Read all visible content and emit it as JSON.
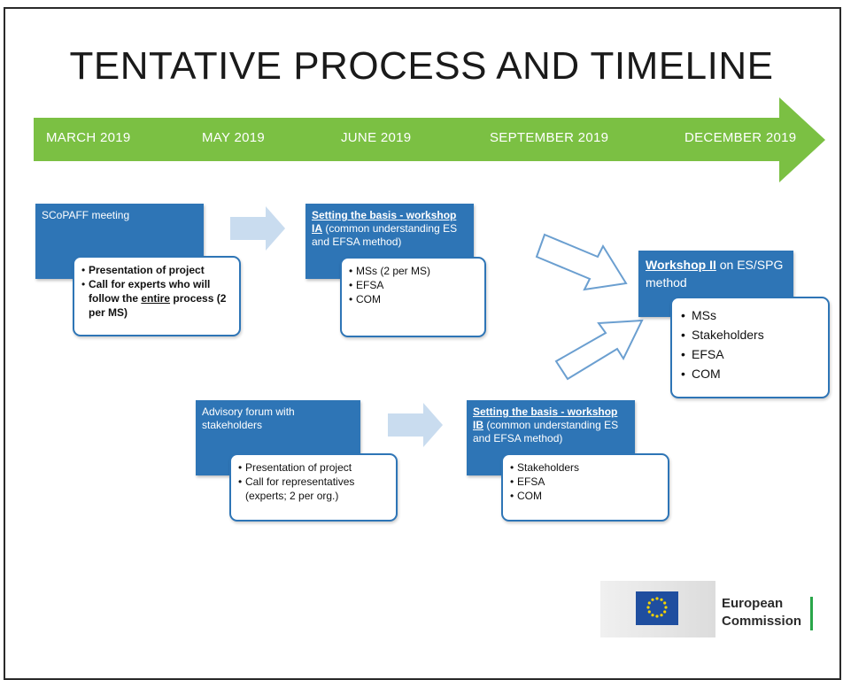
{
  "title": "TENTATIVE PROCESS AND TIMELINE",
  "timeline": {
    "labels": [
      "MARCH 2019",
      "MAY 2019",
      "JUNE 2019",
      "SEPTEMBER 2019",
      "DECEMBER 2019"
    ],
    "color": "#7bc043"
  },
  "steps": {
    "scopaff": {
      "header": "SCoPAFF meeting",
      "items": [
        "Presentation of project",
        "Call for experts who will follow the",
        "entire",
        "process (2 per MS)"
      ]
    },
    "workshop_ia": {
      "header_u": "Setting the basis - workshop IA",
      "header_rest": "(common understanding ES and EFSA method)",
      "items": [
        "MSs (2 per MS)",
        "EFSA",
        "COM"
      ]
    },
    "advisory": {
      "header": "Advisory forum with stakeholders",
      "items": [
        "Presentation of project",
        "Call for representatives (experts; 2 per org.)"
      ]
    },
    "workshop_ib": {
      "header_u": "Setting the basis - workshop IB",
      "header_rest": "(common understanding ES and EFSA method)",
      "items": [
        "Stakeholders",
        "EFSA",
        "COM"
      ]
    },
    "workshop_ii": {
      "header_u": "Workshop II",
      "header_rest": "on ES/SPG method",
      "items": [
        "MSs",
        "Stakeholders",
        "EFSA",
        "COM"
      ]
    }
  },
  "logo": {
    "line1": "European",
    "line2": "Commission",
    "flag_color": "#1f4e9f",
    "bar_color": "#2aa64a"
  },
  "colors": {
    "box_blue": "#2e75b6",
    "arrow_light": "#c9dcef"
  }
}
